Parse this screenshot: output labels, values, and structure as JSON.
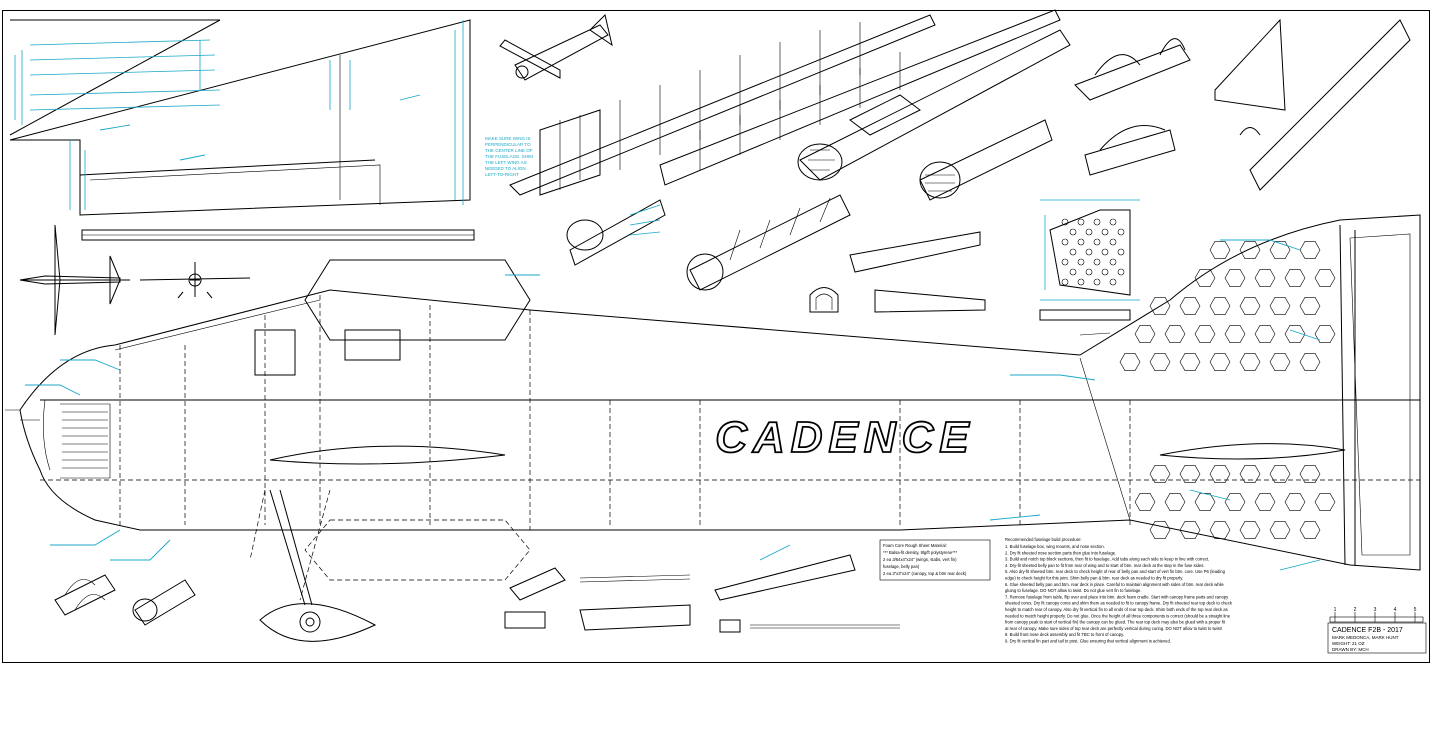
{
  "fuselage": {
    "name": "CADENCE"
  },
  "title_block": {
    "title": "CADENCE F2B - 2017",
    "line1": "MARK MEDONCA, MARK HUNT",
    "line2": "WEIGHT: 21 OZ",
    "line3": "DRAWN BY: MCH"
  },
  "scale_bar": {
    "ticks": [
      "1",
      "2",
      "3",
      "4",
      "5"
    ]
  },
  "materials_table": {
    "heading": "Foam Core Rough Sheet Material:",
    "rows": [
      "*** Balsa-fit density, 8lg/ft polystyrene***",
      "2 ea  3/64x4\"x24\" (wings, stabs, vert fin)",
      "      fuselage, belly pan)",
      "2 ea  3\"x3\"x24\" (canopy, top & btm rear deck)"
    ]
  },
  "notes": {
    "heading": "Recommended fuselage build procedure:",
    "lines": [
      "1. Build fuselage box, wing mounts, and nose section.",
      "2. Dry fit sheeted nose section parts then glue into fuselage.",
      "3. Build and notch top block sections, then fit to fuselage. Add tabs along each side to keep in line with correct.",
      "4. Dry-fit sheeted belly pan to fit from rear of wing and to start of btm. rear deck at the step in the fuse sides.",
      "5. Also dry-fit sheeted btm. rear deck to check height of rear of belly pan and start of vert fin btm. core. Use P6 (leading",
      "   edge) to check height for this joint. Shim belly pan & btm. rear deck as needed to dry fit properly.",
      "6. Glue sheeted belly pan and btm. rear deck in place. Careful to maintain alignment with sides of btm. rear deck while",
      "   gluing to fuselage. DO NOT allow to twist. Do not glue vert fin to fuselage.",
      "7. Remove fuselage from table, flip over and place into btm. deck foam cradle. Start with canopy frame parts and canopy",
      "   sheeted cores. Dry fit canopy cores and shim them as needed to fit to canopy frame. Dry fit sheeted rear top deck to check",
      "   height to match rear of canopy. Also dry fit vertical fin to all ends of rear top deck. Shim both ends of the top rear deck as",
      "   needed to match height properly. Do not glue. Once the height of all three components is correct (should be a straight line",
      "   from canopy peak to start of vertical fin) the canopy can be glued. The rear top deck may also be glued with a proper fit",
      "   at rear of canopy. Make sure sides of top rear deck are perfectly vertical during curing. DO NOT allow to twist to twist!",
      "8. Build front nose deck assembly and fit TBC to front of canopy.",
      "9. Dry fit vertical fin part and tail to post. Glue ensuring that vertical alignment is achieved."
    ]
  },
  "stamp_note": [
    "MAKE SURE WING IS",
    "PERPENDICULAR TO",
    "THE CENTER LINE OF",
    "THE FUSELAGE. SHIM",
    "THE LEFT WING AS",
    "NEEDED TO ALIGN.",
    "LEFT-TO-RIGHT"
  ],
  "icons": [
    "airplane-3d-view-icon",
    "airplane-top-view-icon",
    "airplane-front-view-icon",
    "fuselage-frame-icon",
    "canopy-frame-icon",
    "vertical-fin-icon",
    "spinner-icon"
  ]
}
